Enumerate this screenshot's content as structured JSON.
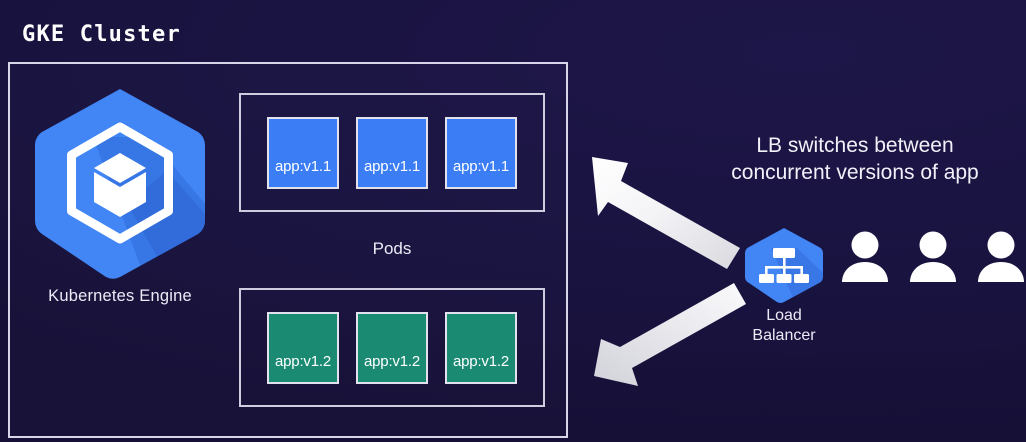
{
  "diagram": {
    "title": "GKE Cluster",
    "colors": {
      "background": "#191340",
      "pod_v1_1": "#3b7df4",
      "pod_v1_2": "#1a8a72",
      "gke_hex": "#4285f4",
      "lb_hex": "#4285f4",
      "border": "#d8d5e8",
      "arrow": "#f2f2f2"
    },
    "cluster": {
      "gke_node": {
        "label": "Kubernetes Engine",
        "icon": "kubernetes-engine-hexagon-icon"
      },
      "pods_label": "Pods",
      "pod_groups": [
        {
          "name": "v1.1",
          "version_color": "#3b7df4",
          "pods": [
            {
              "label": "app:v1.1"
            },
            {
              "label": "app:v1.1"
            },
            {
              "label": "app:v1.1"
            }
          ]
        },
        {
          "name": "v1.2",
          "version_color": "#1a8a72",
          "pods": [
            {
              "label": "app:v1.2"
            },
            {
              "label": "app:v1.2"
            },
            {
              "label": "app:v1.2"
            }
          ]
        }
      ]
    },
    "caption": {
      "line1": "LB switches between",
      "line2": "concurrent versions of app"
    },
    "load_balancer": {
      "label_line1": "Load",
      "label_line2": "Balancer",
      "icon": "load-balancer-hexagon-icon"
    },
    "users": [
      {
        "icon": "user-icon"
      },
      {
        "icon": "user-icon"
      },
      {
        "icon": "user-icon"
      }
    ],
    "arrows": [
      {
        "name": "arrow-lb-to-v1-1",
        "direction": "up-left"
      },
      {
        "name": "arrow-lb-to-v1-2",
        "direction": "down-left"
      }
    ]
  }
}
